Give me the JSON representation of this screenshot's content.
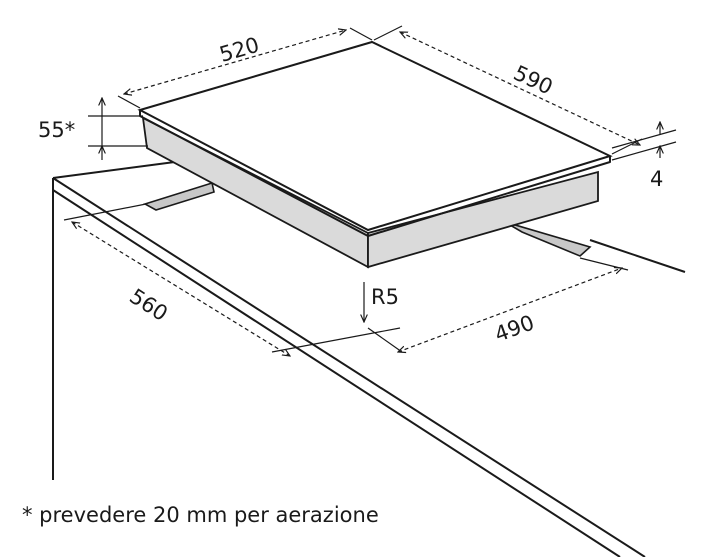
{
  "diagram": {
    "colors": {
      "line": "#1a1a1a",
      "hob_top": "#ffffff",
      "hob_side": "#dadada",
      "cutout_border": "#c8c8c8",
      "background": "#ffffff"
    },
    "dimensions": {
      "hob_width": "520",
      "hob_depth": "590",
      "height": "55*",
      "top_thickness": "4",
      "cutout_depth": "560",
      "cutout_width": "490",
      "corner_radius": "R5"
    },
    "note": "* prevedere 20 mm per aerazione"
  }
}
